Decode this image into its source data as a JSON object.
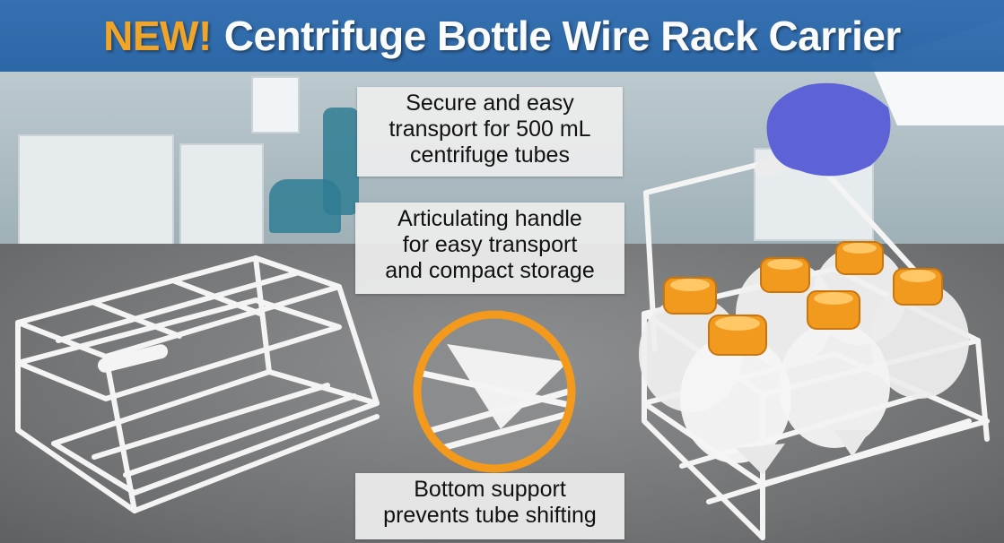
{
  "banner": {
    "new_label": "NEW!",
    "title": "Centrifuge Bottle Wire Rack Carrier",
    "new_color": "#f5a21b",
    "band_color": "#2260a3"
  },
  "callouts": {
    "secure": [
      "Secure and easy",
      "transport for 500 mL",
      "centrifuge tubes"
    ],
    "handle": [
      "Articulating handle",
      "for easy transport",
      "and compact storage"
    ],
    "bottom": [
      "Bottom support",
      "prevents tube shifting"
    ]
  },
  "colors": {
    "cap_orange": "#f29a1e",
    "zoom_ring": "#f39a1c",
    "glove": "#5d63d6",
    "wire": "#f4f4f4"
  }
}
